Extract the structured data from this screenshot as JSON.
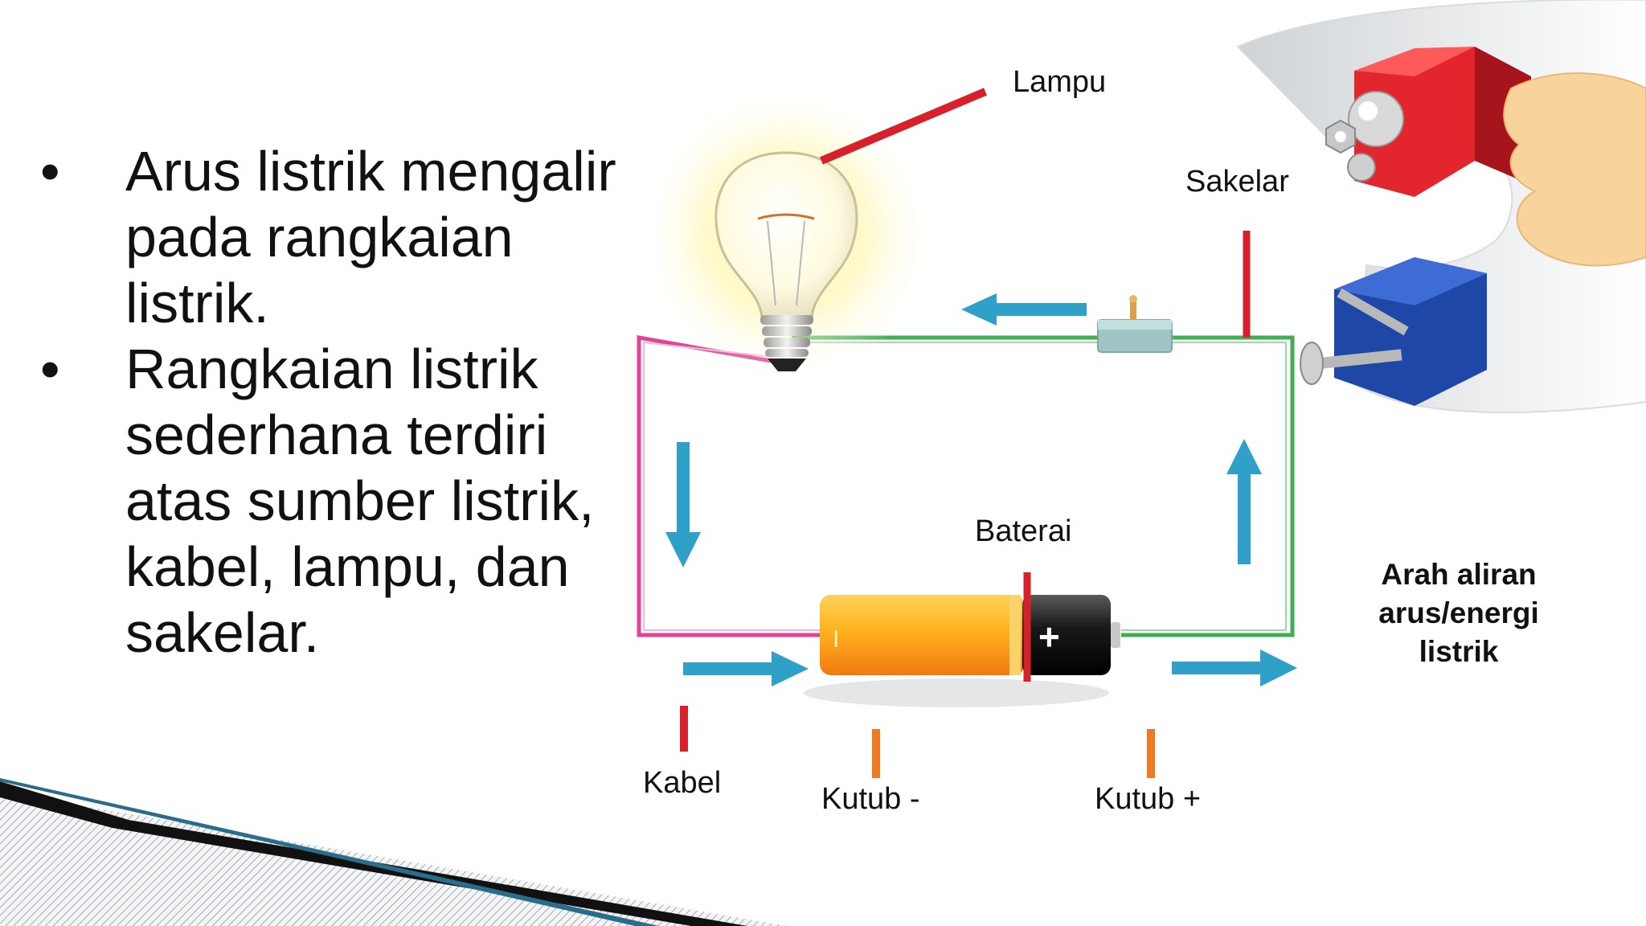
{
  "bullets": [
    "Arus listrik mengalir pada rangkaian listrik.",
    "Rangkaian listrik sederhana terdiri atas sumber listrik, kabel, lampu, dan sakelar."
  ],
  "bullet_symbol": "•",
  "diagram": {
    "labels": {
      "lampu": "Lampu",
      "sakelar": "Sakelar",
      "baterai": "Baterai",
      "kabel": "Kabel",
      "kutub_minus": "Kutub -",
      "kutub_plus": "Kutub +"
    },
    "battery_minus_mark": "I",
    "battery_plus_mark": "+",
    "flow_caption_lines": [
      "Arah aliran",
      "arus/energi",
      "listrik"
    ]
  },
  "colors": {
    "arrow": "#2fa0c8",
    "pointer": "#d8202a",
    "pole_marker": "#f07a22",
    "wire_green": "#3fae55",
    "wire_pink": "#e2439a",
    "magnet_red": "#e3262e",
    "magnet_blue": "#1f47a8"
  }
}
